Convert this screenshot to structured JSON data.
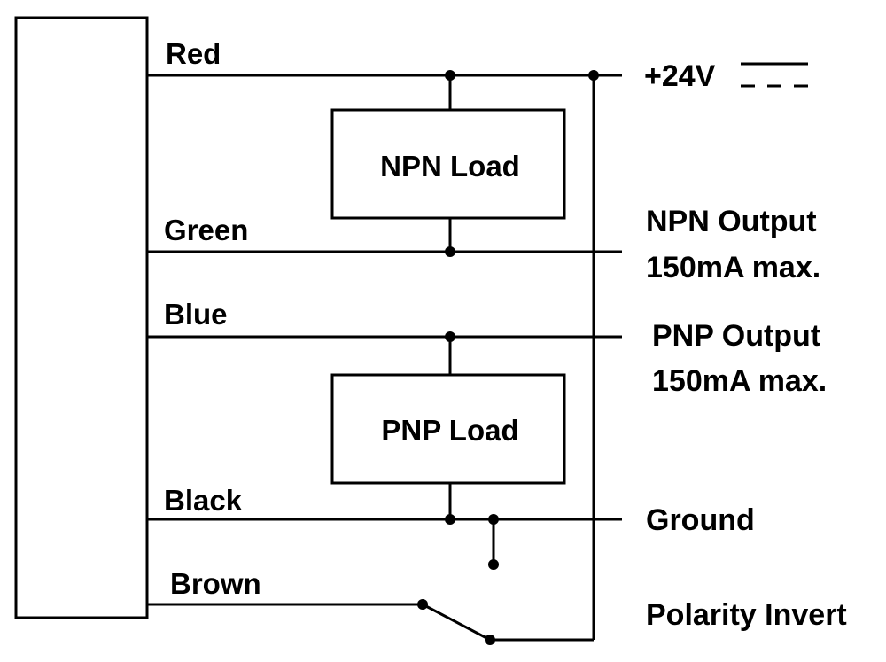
{
  "wires": {
    "red": "Red",
    "green": "Green",
    "blue": "Blue",
    "black": "Black",
    "brown": "Brown"
  },
  "loads": {
    "npn": "NPN Load",
    "pnp": "PNP Load"
  },
  "terminals": {
    "supply": "+24V",
    "npn_output": "NPN Output",
    "npn_output_rating": "150mA max.",
    "pnp_output": "PNP Output",
    "pnp_output_rating": "150mA max.",
    "ground": "Ground",
    "polarity": "Polarity Invert"
  }
}
